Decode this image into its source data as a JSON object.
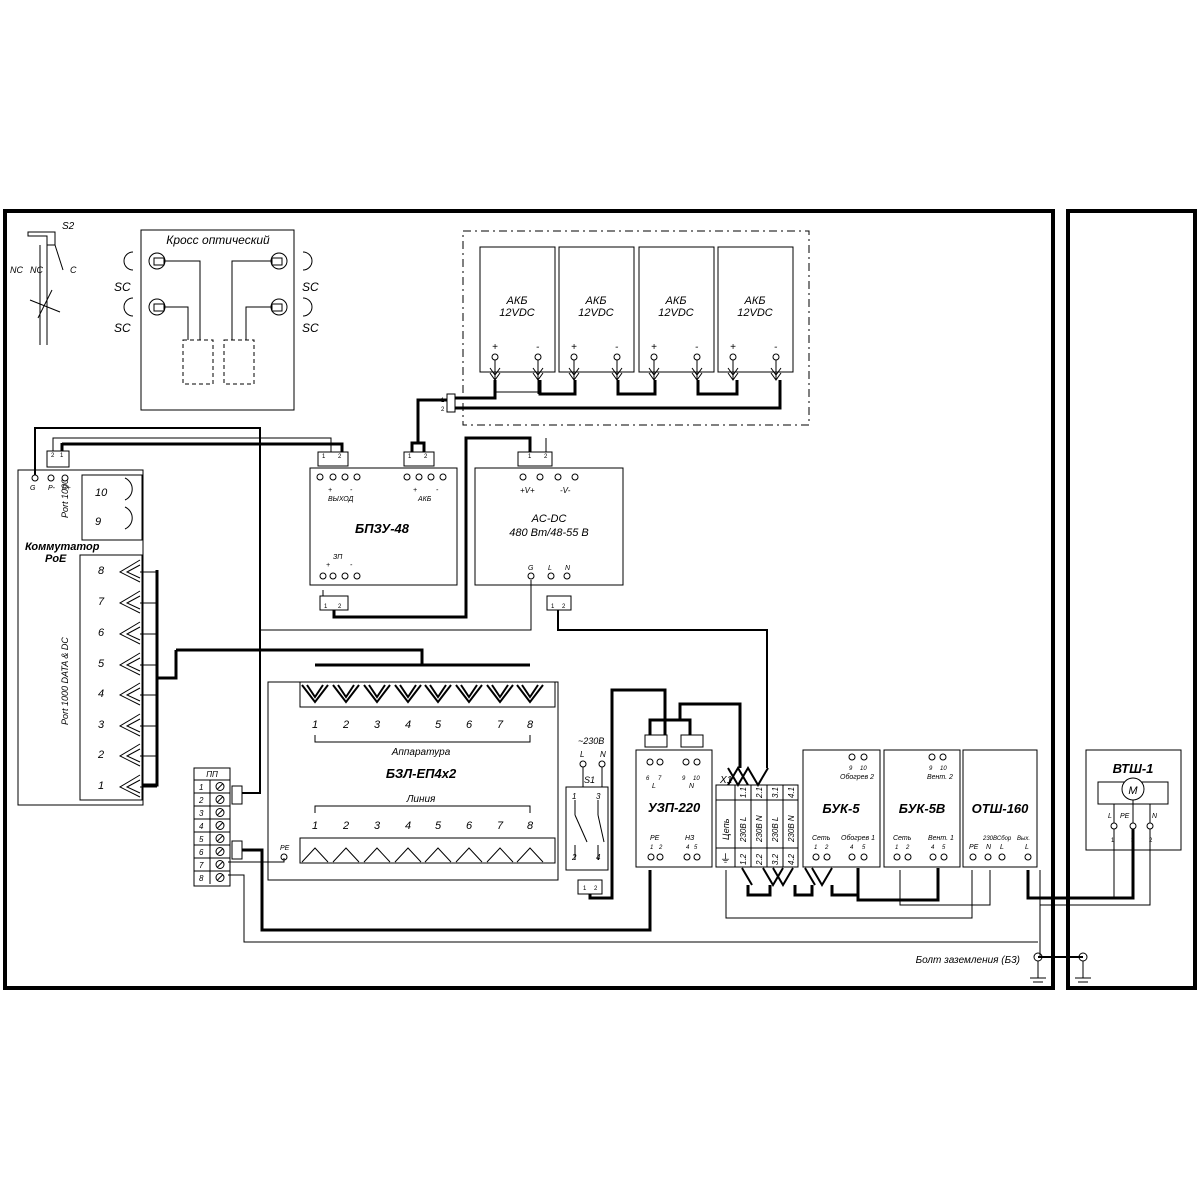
{
  "switch_s2": {
    "name": "S2",
    "nc1": "NC",
    "nc2": "NC",
    "c": "C"
  },
  "optical_cross": {
    "title": "Кросс оптический",
    "port_label": "SC"
  },
  "batteries": {
    "label1": "АКБ",
    "label2": "12VDC",
    "plus": "+",
    "minus": "-",
    "count": 4
  },
  "bpzu": {
    "title": "БПЗУ-48",
    "out_label": "ВЫХОД",
    "akb_label": "АКБ",
    "zp_label": "ЗП"
  },
  "acdc": {
    "title": "AC-DC",
    "subtitle": "480 Вт/48-55 В",
    "v_plus": "+V+",
    "v_minus": "-V-",
    "g": "G",
    "l": "L",
    "n": "N"
  },
  "switch_poe": {
    "title": "Коммутатор",
    "subtitle": "PoE",
    "port_1000": "Port 1000",
    "port_data": "Port 1000 DATA & DC",
    "ports_top": [
      "10",
      "9"
    ],
    "ports_bottom": [
      "8",
      "7",
      "6",
      "5",
      "4",
      "3",
      "2",
      "1"
    ],
    "g": "G",
    "p_minus": "P-",
    "p_plus": "P+"
  },
  "bzl": {
    "title": "БЗЛ-ЕП4х2",
    "apparatus": "Аппаратура",
    "line": "Линия",
    "numbers": [
      "1",
      "2",
      "3",
      "4",
      "5",
      "6",
      "7",
      "8"
    ],
    "pe": "PE"
  },
  "pp": {
    "title": "ПП",
    "rows": [
      "1",
      "2",
      "3",
      "4",
      "5",
      "6",
      "7",
      "8"
    ]
  },
  "s1": {
    "title": "~230В",
    "l": "L",
    "n": "N",
    "name": "S1",
    "t1": "1",
    "t2": "2",
    "t3": "3",
    "t4": "4"
  },
  "uzp": {
    "title": "УЗП-220",
    "pe": "PE",
    "nz": "НЗ",
    "l": "L",
    "n": "N"
  },
  "x1": {
    "name": "X1",
    "header": "Цепь",
    "rows": [
      "1.1",
      "2.1",
      "3.1",
      "4.1"
    ],
    "signals": [
      "230В L",
      "230В N",
      "230В L",
      "230В N"
    ],
    "bottom": [
      "1.2",
      "2.2",
      "3.2",
      "4.2"
    ],
    "pe_symbol": "⏚"
  },
  "buk5": {
    "title": "БУК-5",
    "set": "Сеть",
    "heat1": "Обогрев 1",
    "heat2": "Обогрев 2"
  },
  "buk5v": {
    "title": "БУК-5В",
    "set": "Сеть",
    "vent1": "Вент. 1",
    "vent2": "Вент. 2"
  },
  "otsh": {
    "title": "ОТШ-160",
    "pe": "PE",
    "n": "N",
    "l": "L",
    "ac": "230ВСбор",
    "out": "Вых."
  },
  "vtsh": {
    "title": "ВТШ-1",
    "motor": "M",
    "l": "L",
    "pe": "PE",
    "n": "N"
  },
  "ground": {
    "label": "Болт заземления (Б3)"
  }
}
